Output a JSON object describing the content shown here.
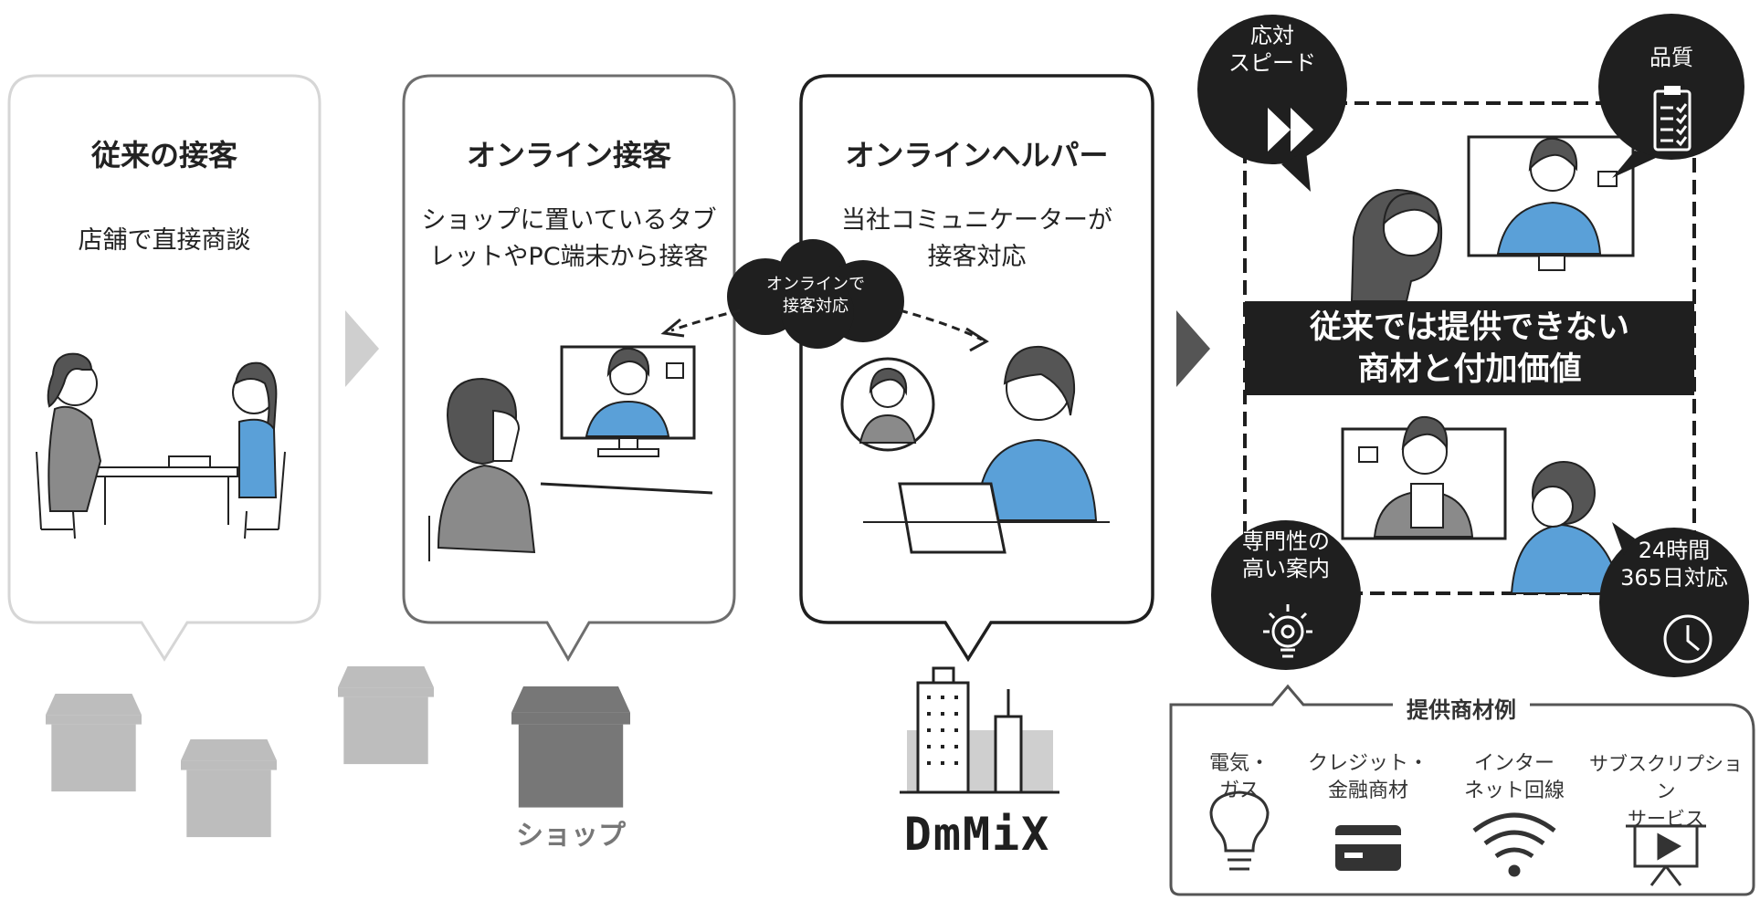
{
  "panels": [
    {
      "title": "従来の接客",
      "desc": "店舗で直接商談"
    },
    {
      "title": "オンライン接客",
      "desc": "ショップに置いているタブ\nレットやPC端末から接客"
    },
    {
      "title": "オンラインヘルパー",
      "desc": "当社コミュニケーターが\n接客対応"
    }
  ],
  "cloud_label": "オンラインで\n接客対応",
  "shop_label": "ショップ",
  "brand_label": "DmMiX",
  "value_banner": "従来では提供できない\n商材と付加価値",
  "features": [
    {
      "label": "応対\nスピード",
      "icon": "fast-forward-icon"
    },
    {
      "label": "品質",
      "icon": "clipboard-checklist-icon"
    },
    {
      "label": "専門性の\n高い案内",
      "icon": "lightbulb-gear-icon"
    },
    {
      "label": "24時間\n365日対応",
      "icon": "clock-icon"
    }
  ],
  "examples": {
    "title": "提供商材例",
    "items": [
      {
        "label": "電気・\nガス",
        "icon": "lightbulb-icon"
      },
      {
        "label": "クレジット・\n金融商材",
        "icon": "credit-card-icon"
      },
      {
        "label": "インター\nネット回線",
        "icon": "wifi-icon"
      },
      {
        "label": "サブスクリプション\nサービス",
        "icon": "video-player-icon"
      }
    ]
  },
  "colors": {
    "dark": "#1f1f1f",
    "blue": "#5aa0d8",
    "grey": "#6e6e6e",
    "light_grey": "#cfcfcf",
    "shop_grey": "#bdbdbd"
  }
}
